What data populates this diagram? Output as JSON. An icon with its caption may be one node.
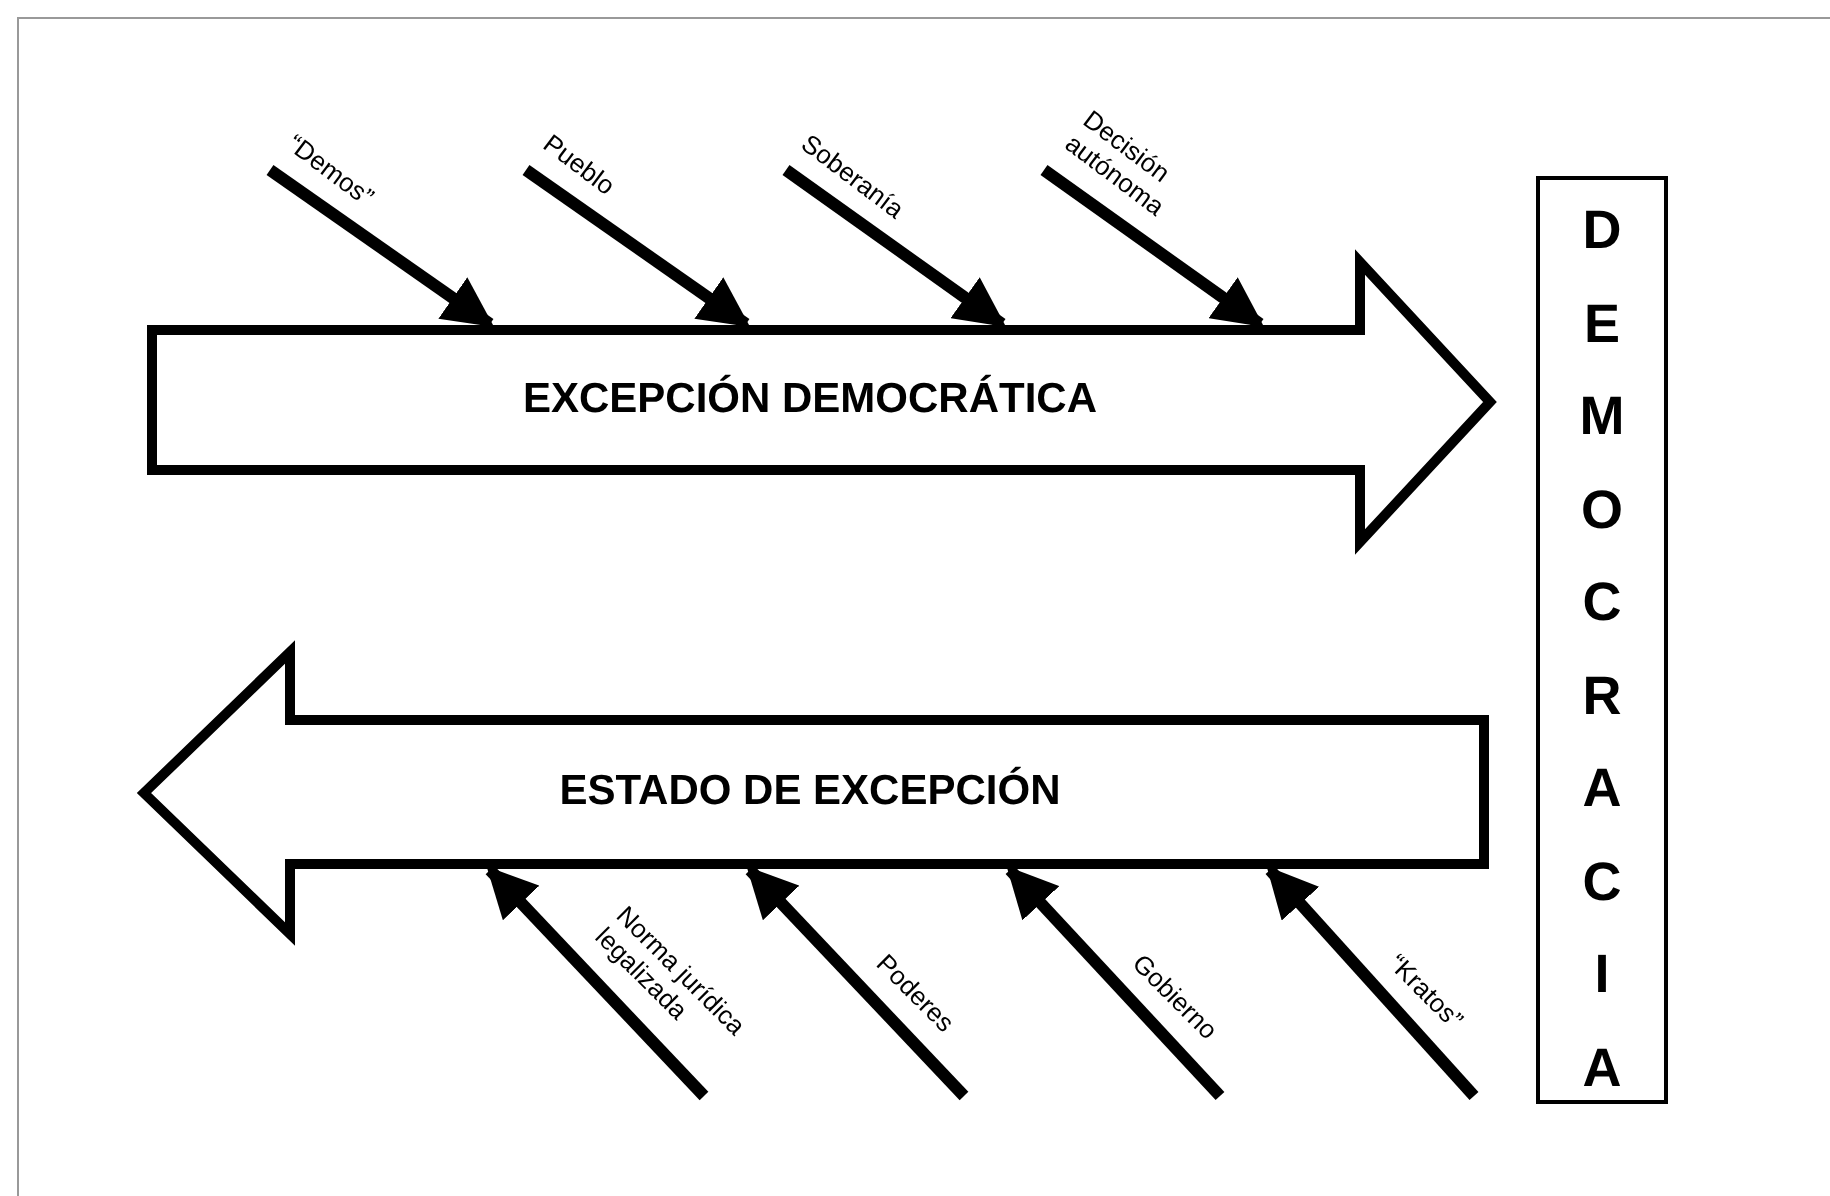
{
  "diagram": {
    "nodes": [
      {
        "text": [
          "EXCEPCIÓN DEMOCRÁTICA"
        ]
      },
      {
        "text": [
          "ESTADO DE EXCEPCIÓN"
        ]
      },
      {
        "text": [
          "DEMOCRACIA"
        ]
      }
    ],
    "edges": [
      {
        "from": null,
        "to": 0,
        "arrow": "to",
        "label": "“Demos”"
      },
      {
        "from": null,
        "to": 0,
        "arrow": "to",
        "label": "Pueblo"
      },
      {
        "from": null,
        "to": 0,
        "arrow": "to",
        "label": "Soberanía"
      },
      {
        "from": null,
        "to": 0,
        "arrow": "to",
        "label": "Decisión autónoma"
      },
      {
        "from": null,
        "to": 1,
        "arrow": "to",
        "label": "Norma jurídica legalizada"
      },
      {
        "from": null,
        "to": 1,
        "arrow": "to",
        "label": "Poderes"
      },
      {
        "from": null,
        "to": 1,
        "arrow": "to",
        "label": "Gobierno"
      },
      {
        "from": null,
        "to": 1,
        "arrow": "to",
        "label": "“Kratos”"
      }
    ]
  }
}
